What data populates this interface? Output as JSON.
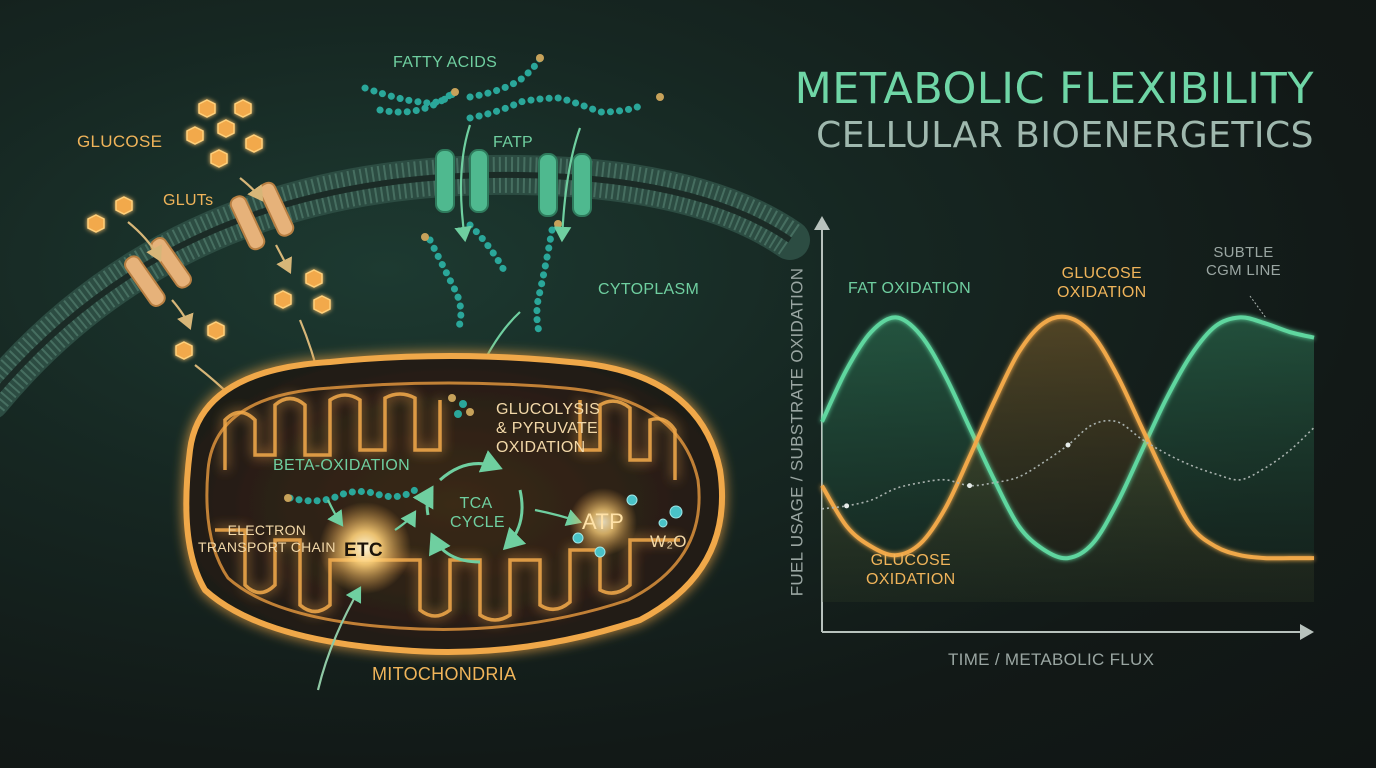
{
  "title": "METABOLIC FLEXIBILITY",
  "subtitle": "CELLULAR BIOENERGETICS",
  "colors": {
    "green": "#5fd69f",
    "orange": "#f0a84a",
    "background": "#141b1a"
  },
  "diagram": {
    "glucose": "GLUCOSE",
    "gluts": "GLUTs",
    "fatty_acids": "FATTY ACIDS",
    "fatp": "FATP",
    "cytoplasm": "CYTOPLASM",
    "glycolysis": [
      "GLUCOLYSIS",
      "& PYRUVATE",
      "OXIDATION"
    ],
    "beta_oxidation": "BETA-OXIDATION",
    "etc_label": [
      "ELECTRON",
      "TRANSPORT CHAIN"
    ],
    "etc": "ETC",
    "tca": [
      "TCA",
      "CYCLE"
    ],
    "atp": "ATP",
    "water": "W₂O",
    "mitochondria": "MITOCHONDRIA"
  },
  "chart_data": {
    "type": "line",
    "xlabel": "TIME / METABOLIC FLUX",
    "ylabel": "FUEL USAGE / SUBSTRATE OXIDATION",
    "x": [
      0,
      0.5,
      1,
      1.5,
      2,
      2.5,
      3,
      3.5,
      4,
      4.5,
      5,
      5.5,
      6,
      6.5,
      7,
      7.5,
      8,
      8.5,
      9,
      9.5,
      10
    ],
    "ylim": [
      0,
      1
    ],
    "series": [
      {
        "name": "FAT OXIDATION",
        "color": "#5fd69f",
        "values": [
          0.58,
          0.76,
          0.89,
          0.94,
          0.88,
          0.74,
          0.56,
          0.38,
          0.22,
          0.14,
          0.11,
          0.16,
          0.3,
          0.48,
          0.66,
          0.81,
          0.91,
          0.94,
          0.92,
          0.89,
          0.87
        ]
      },
      {
        "name": "GLUCOSE OXIDATION",
        "color": "#f0a84a",
        "values": [
          0.36,
          0.22,
          0.15,
          0.12,
          0.16,
          0.28,
          0.46,
          0.65,
          0.82,
          0.92,
          0.94,
          0.88,
          0.74,
          0.56,
          0.38,
          0.22,
          0.15,
          0.12,
          0.11,
          0.11,
          0.11
        ]
      },
      {
        "name": "SUBTLE CGM LINE",
        "color": "#a9b2ae",
        "values": [
          0.28,
          0.29,
          0.31,
          0.35,
          0.37,
          0.38,
          0.36,
          0.37,
          0.39,
          0.44,
          0.5,
          0.57,
          0.58,
          0.52,
          0.47,
          0.43,
          0.4,
          0.38,
          0.42,
          0.48,
          0.56
        ]
      }
    ],
    "labels": {
      "fat": "FAT OXIDATION",
      "glucose_top": [
        "GLUCOSE",
        "OXIDATION"
      ],
      "glucose_bottom": [
        "GLUCOSE",
        "OXIDATION"
      ],
      "cgm": [
        "SUBTLE",
        "CGM LINE"
      ]
    }
  }
}
